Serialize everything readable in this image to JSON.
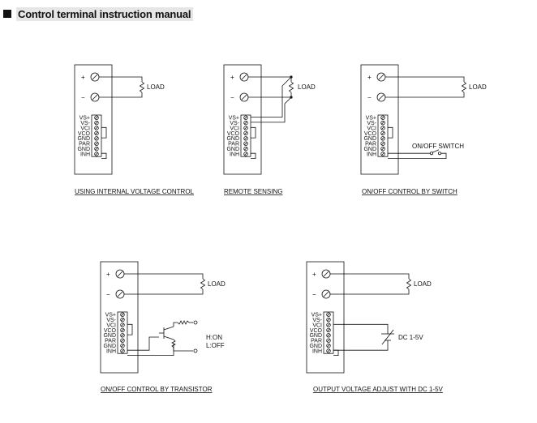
{
  "title": "Control terminal instruction manual",
  "terminals": [
    "VS+",
    "VS-",
    "VCI",
    "VCO",
    "GND",
    "PAR",
    "GND",
    "INH"
  ],
  "symbols": {
    "plus": "+",
    "minus": "−"
  },
  "labels": {
    "load": "LOAD",
    "on_off_switch": "ON/OFF SWITCH",
    "h_on": "H:ON",
    "l_off": "L:OFF",
    "dc": "DC 1-5V"
  },
  "captions": {
    "internal": "USING INTERNAL VOLTAGE CONTROL",
    "remote": "REMOTE SENSING",
    "switch": "ON/OFF CONTROL BY SWITCH",
    "transistor": "ON/OFF CONTROL BY TRANSISTOR",
    "output_adjust": "OUTPUT VOLTAGE ADJUST WITH DC 1-5V"
  }
}
